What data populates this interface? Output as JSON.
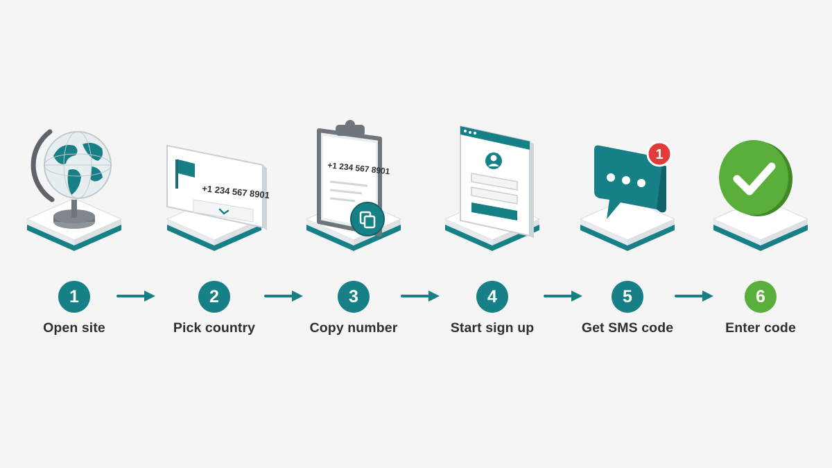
{
  "steps": [
    {
      "number": "1",
      "label": "Open site",
      "icon": "globe-icon",
      "badge_color": "#177f86"
    },
    {
      "number": "2",
      "label": "Pick country",
      "icon": "phone-number-card-icon",
      "badge_color": "#177f86",
      "phone": "+1 234 567 8901"
    },
    {
      "number": "3",
      "label": "Copy number",
      "icon": "clipboard-copy-icon",
      "badge_color": "#177f86",
      "phone": "+1 234 567 8901"
    },
    {
      "number": "4",
      "label": "Start sign up",
      "icon": "signup-form-icon",
      "badge_color": "#177f86"
    },
    {
      "number": "5",
      "label": "Get SMS code",
      "icon": "sms-chat-icon",
      "badge_color": "#177f86",
      "notification_count": "1"
    },
    {
      "number": "6",
      "label": "Enter code",
      "icon": "check-circle-icon",
      "badge_color": "#5aae3b"
    }
  ],
  "colors": {
    "teal": "#177f86",
    "green": "#5aae3b",
    "notification_red": "#e23b3b",
    "text": "#2b2f33",
    "background": "#f5f5f6"
  }
}
